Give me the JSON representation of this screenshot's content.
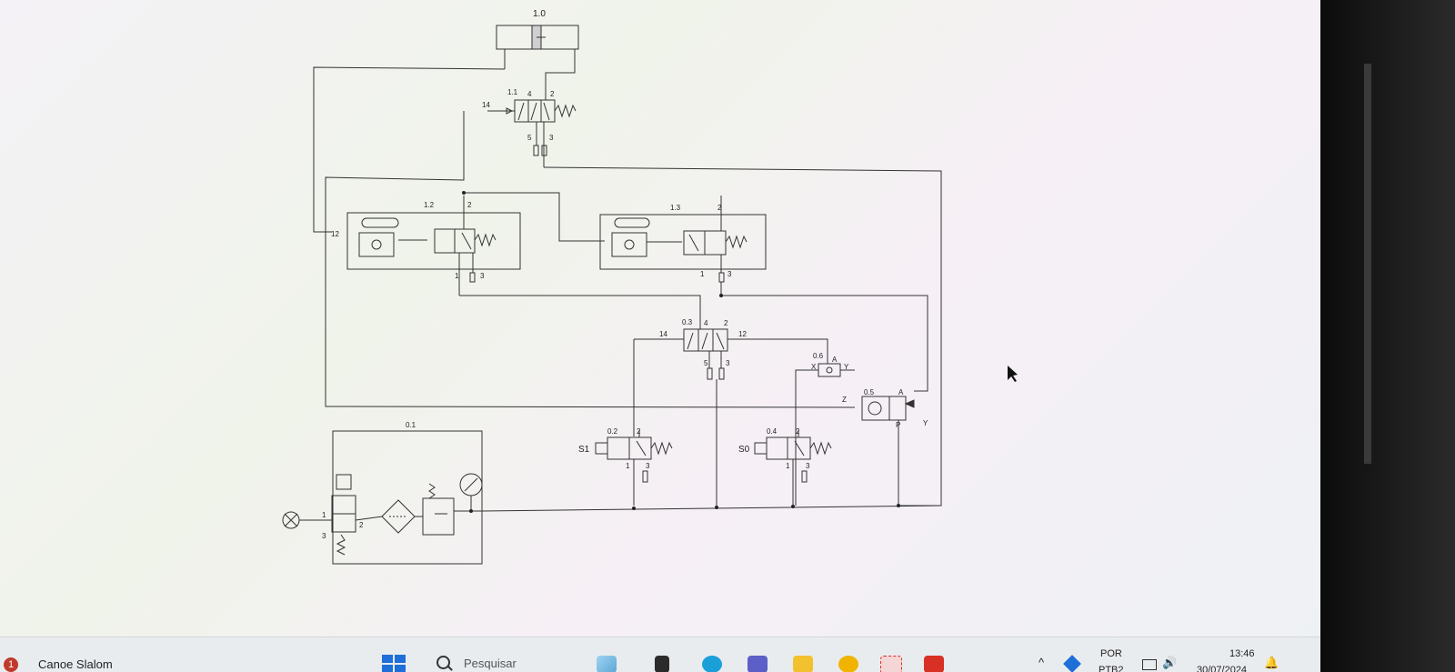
{
  "diagram": {
    "labels": {
      "cyl": "1.0",
      "v11": "1.1",
      "v12": "1.2",
      "v13": "1.3",
      "v03": "0.3",
      "v06": "0.6",
      "v05": "0.5",
      "v02": "0.2",
      "v04": "0.4",
      "v01": "0.1",
      "s1": "S1",
      "s0": "S0"
    },
    "ports": {
      "p14": "14",
      "p12": "12",
      "p4": "4",
      "p2": "2",
      "p5": "5",
      "p3": "3",
      "p1": "1",
      "px": "X",
      "py": "Y",
      "pa": "A",
      "pz": "Z",
      "pp": "P"
    }
  },
  "taskbar": {
    "notification_count": "1",
    "app_name": "Canoe Slalom",
    "search_placeholder": "Pesquisar",
    "language": "POR",
    "keyboard": "PTB2",
    "time": "13:46",
    "date": "30/07/2024",
    "icons": [
      "windows-start-icon",
      "search-icon",
      "widgets-icon",
      "file-icon",
      "edge-icon",
      "teams-icon",
      "explorer-icon",
      "chrome-icon",
      "app-icon",
      "acrobat-icon"
    ],
    "colors": {
      "start": "#1e6fd9",
      "edge": "#1b9fd9",
      "teams": "#5b5fc7",
      "explorer": "#f2c12e",
      "chrome": "#f0b400",
      "acrobat": "#d93025",
      "badge": "#c0392b"
    }
  }
}
